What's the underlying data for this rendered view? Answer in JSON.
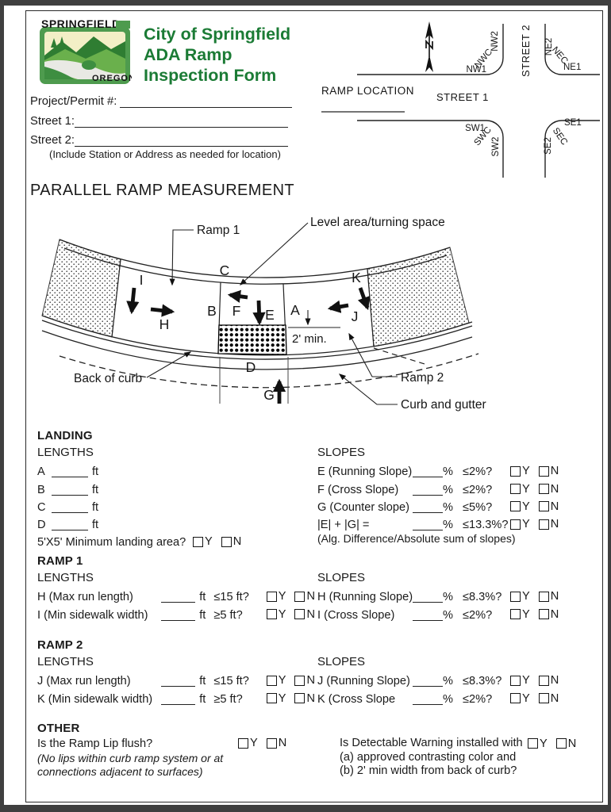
{
  "header": {
    "logo": {
      "city": "SPRINGFIELD",
      "state": "OREGON"
    },
    "title_lines": [
      "City of Springfield",
      "ADA Ramp",
      "Inspection Form"
    ],
    "title_color": "#1b7b35",
    "fields": {
      "project_label": "Project/Permit #:",
      "street1_label": "Street 1:",
      "street2_label": "Street 2:",
      "note": "(Include Station or Address as needed for location)"
    }
  },
  "location_diagram": {
    "title": "RAMP LOCATION",
    "street1": "STREET 1",
    "street2": "STREET 2",
    "corners": {
      "nw1": "NW1",
      "nwc": "NWC",
      "nw2": "NW2",
      "ne1": "NE1",
      "nec": "NEC",
      "ne2": "NE2",
      "sw1": "SW1",
      "swc": "SWC",
      "sw2": "SW2",
      "se1": "SE1",
      "sec": "SEC",
      "se2": "SE2"
    }
  },
  "section_title": "PARALLEL RAMP MEASUREMENT",
  "diagram": {
    "callouts": {
      "ramp1": "Ramp 1",
      "level": "Level area/turning space",
      "back_of_curb": "Back of curb",
      "ramp2": "Ramp 2",
      "curb_gutter": "Curb and gutter",
      "min2": "2' min."
    },
    "letters": {
      "a": "A",
      "b": "B",
      "c": "C",
      "d": "D",
      "e": "E",
      "f": "F",
      "g": "G",
      "h": "H",
      "i": "I",
      "j": "J",
      "k": "K"
    }
  },
  "landing": {
    "title": "LANDING",
    "lengths": {
      "heading": "LENGTHS",
      "rows": [
        {
          "label": "A",
          "unit": "ft"
        },
        {
          "label": "B",
          "unit": "ft"
        },
        {
          "label": "C",
          "unit": "ft"
        },
        {
          "label": "D",
          "unit": "ft"
        }
      ],
      "question": "5'X5' Minimum landing area?"
    },
    "slopes": {
      "heading": "SLOPES",
      "rows": [
        {
          "label": "E (Running Slope)",
          "unit": "%",
          "criterion": "≤2%?"
        },
        {
          "label": "F (Cross Slope)",
          "unit": "%",
          "criterion": "≤2%?"
        },
        {
          "label": "G (Counter slope)",
          "unit": "%",
          "criterion": "≤5%?"
        },
        {
          "label": "|E| + |G| =",
          "unit": "%",
          "criterion": "≤13.3%?"
        }
      ],
      "note": "(Alg. Difference/Absolute sum of slopes)"
    }
  },
  "ramp1": {
    "title": "RAMP 1",
    "lengths": {
      "heading": "LENGTHS",
      "rows": [
        {
          "label": "H (Max run length)",
          "unit": "ft",
          "criterion": "≤15 ft?"
        },
        {
          "label": "I (Min sidewalk width)",
          "unit": "ft",
          "criterion": "≥5 ft?"
        }
      ]
    },
    "slopes": {
      "heading": "SLOPES",
      "rows": [
        {
          "label": "H (Running Slope)",
          "unit": "%",
          "criterion": "≤8.3%?"
        },
        {
          "label": "I (Cross Slope)",
          "unit": "%",
          "criterion": "≤2%?"
        }
      ]
    }
  },
  "ramp2": {
    "title": "RAMP 2",
    "lengths": {
      "heading": "LENGTHS",
      "rows": [
        {
          "label": "J (Max run length)",
          "unit": "ft",
          "criterion": "≤15 ft?"
        },
        {
          "label": "K (Min sidewalk width)",
          "unit": "ft",
          "criterion": "≥5 ft?"
        }
      ]
    },
    "slopes": {
      "heading": "SLOPES",
      "rows": [
        {
          "label": "J (Running Slope)",
          "unit": "%",
          "criterion": "≤8.3%?"
        },
        {
          "label": "K (Cross Slope",
          "unit": "%",
          "criterion": "≤2%?"
        }
      ]
    }
  },
  "other": {
    "title": "OTHER",
    "ramp_lip": {
      "question": "Is the Ramp Lip flush?",
      "note_line1": "(No lips within curb ramp system or at",
      "note_line2": "connections adjacent to surfaces)"
    },
    "detectable_warning": {
      "line1": "Is Detectable Warning installed with",
      "line2": "(a) approved contrasting color and",
      "line3": "(b) 2' min width from back of curb?"
    }
  },
  "yn": {
    "y": "Y",
    "n": "N"
  }
}
